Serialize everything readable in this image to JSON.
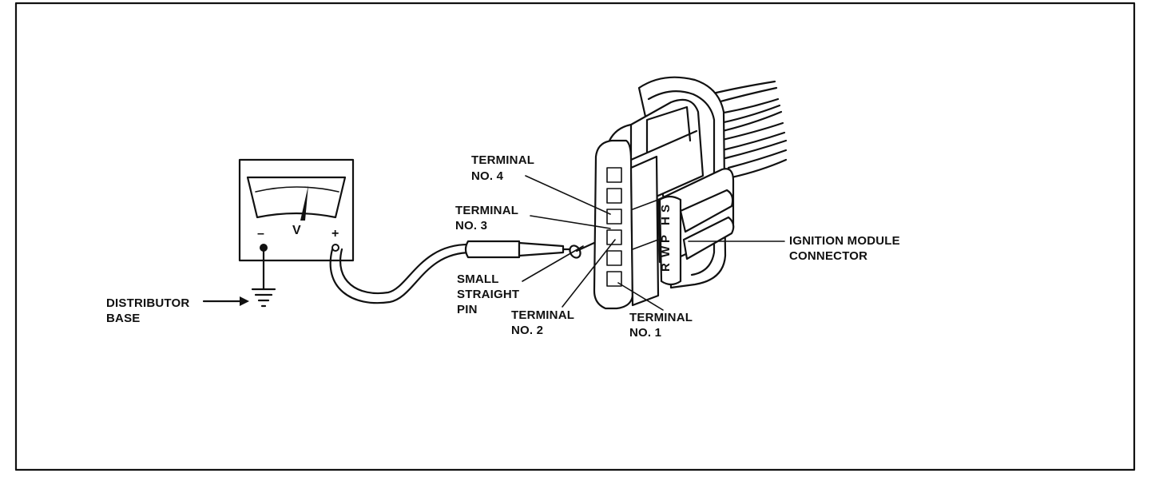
{
  "meter": {
    "minus": "–",
    "volt": "V",
    "plus": "+"
  },
  "labels": {
    "distributor_base": [
      "DISTRIBUTOR",
      "BASE"
    ],
    "terminal_4": [
      "TERMINAL",
      "NO. 4"
    ],
    "terminal_3": [
      "TERMINAL",
      "NO. 3"
    ],
    "terminal_2": [
      "TERMINAL",
      "NO. 2"
    ],
    "terminal_1": [
      "TERMINAL",
      "NO. 1"
    ],
    "small_straight_pin": [
      "SMALL",
      "STRAIGHT",
      "PIN"
    ],
    "ignition_module_connector": [
      "IGNITION MODULE",
      "CONNECTOR"
    ]
  },
  "connector_letters": [
    "S",
    "H",
    "P",
    "W",
    "R"
  ],
  "colors": {
    "ink": "#111111",
    "paper": "#ffffff"
  }
}
